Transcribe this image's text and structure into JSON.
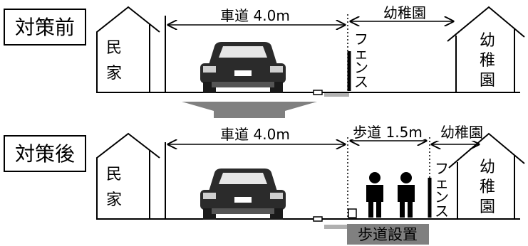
{
  "before": {
    "label": "対策前",
    "house_left": "民家",
    "road": "車道 4.0m",
    "fence": "フェンス",
    "kindergarten_span": "幼稚園",
    "kindergarten_building": "幼稚園"
  },
  "after": {
    "label": "対策後",
    "house_left": "民家",
    "road": "車道 4.0m",
    "sidewalk": "歩道 1.5m",
    "kindergarten_span": "幼稚園",
    "fence": "フェンス",
    "kindergarten_building": "幼稚園",
    "install_label": "歩道設置"
  },
  "colors": {
    "line": "#000000",
    "arrow_gray": "#808080",
    "label_bg": "#808080",
    "pavement_gray": "#b0b0b0"
  }
}
